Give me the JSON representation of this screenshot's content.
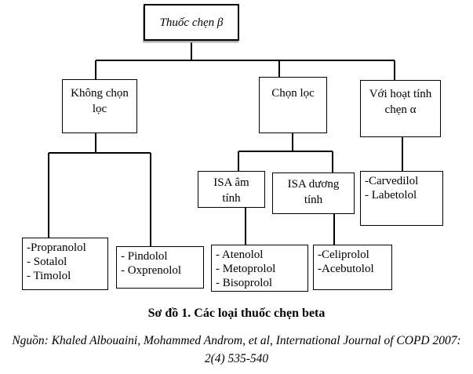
{
  "diagram": {
    "nodes": {
      "root": {
        "lines": [
          "Thuốc chẹn β"
        ]
      },
      "nonsel": {
        "lines": [
          "Không chọn",
          "lọc"
        ]
      },
      "sel": {
        "lines": [
          "Chọn lọc"
        ]
      },
      "alpha": {
        "lines": [
          "Với hoạt tính",
          "chẹn α"
        ]
      },
      "isaneg": {
        "lines": [
          "ISA âm",
          "tính"
        ]
      },
      "isapos": {
        "lines": [
          "ISA dương",
          "tính"
        ]
      },
      "carv": {
        "lines": [
          "-Carvedilol",
          "- Labetolol"
        ]
      },
      "prop": {
        "lines": [
          "-Propranolol",
          "- Sotalol",
          "- Timolol"
        ]
      },
      "pind": {
        "lines": [
          "- Pindolol",
          "- Oxprenolol"
        ]
      },
      "aten": {
        "lines": [
          "- Atenolol",
          "- Metoprolol",
          "- Bisoprolol"
        ]
      },
      "celi": {
        "lines": [
          "-Celiprolol",
          "-Acebutolol"
        ]
      }
    },
    "line_color": "#000000",
    "caption": "Sơ đồ 1. Các loại thuốc chẹn beta",
    "source": {
      "line1": "Nguồn: Khaled Albouaini, Mohammed Androm, et al, International Journal of COPD 2007:",
      "line2": "2(4) 535-540"
    }
  }
}
